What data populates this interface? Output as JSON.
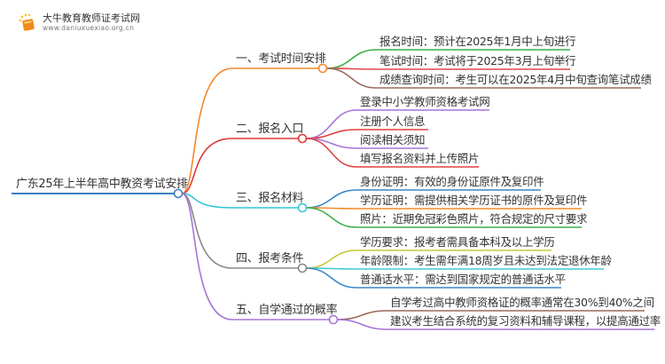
{
  "logo": {
    "title": "大牛教育教师证考试网",
    "url": "www.daniuxuexiao.org.cn"
  },
  "root": {
    "label": "广东25年上半年高中教资考试安排",
    "color": "#3a7fc0"
  },
  "branches": [
    {
      "label": "一、考试时间安排",
      "color": "#f5882a",
      "leaves": [
        {
          "text": "报名时间：预计在2025年1月中上旬进行",
          "color": "#3cae45"
        },
        {
          "text": "笔试时间：考试将于2025年3月上旬举行",
          "color": "#e04848"
        },
        {
          "text": "成绩查询时间：考生可以在2025年4月中旬查询笔试成绩",
          "color": "#9a6a5c"
        }
      ]
    },
    {
      "label": "二、报名入口",
      "color": "#e03838",
      "leaves": [
        {
          "text": "登录中小学教师资格考试网",
          "color": "#a574d8"
        },
        {
          "text": "注册个人信息",
          "color": "#e04040"
        },
        {
          "text": "阅读相关须知",
          "color": "#a574d8"
        },
        {
          "text": "填写报名资料并上传照片",
          "color": "#e04040"
        }
      ]
    },
    {
      "label": "三、报名材料",
      "color": "#34c6d8",
      "leaves": [
        {
          "text": "身份证明：有效的身份证原件及复印件",
          "color": "#3a86c8"
        },
        {
          "text": "学历证明：需提供相关学历证书的原件及复印件",
          "color": "#f58a2a"
        },
        {
          "text": "照片：近期免冠彩色照片，符合规定的尺寸要求",
          "color": "#3cae45"
        }
      ]
    },
    {
      "label": "四、报考条件",
      "color": "#888888",
      "leaves": [
        {
          "text": "学历要求：报考者需具备本科及以上学历",
          "color": "#c8c83a"
        },
        {
          "text": "年龄限制：考生需年满18周岁且未达到法定退休年龄",
          "color": "#40c8d8"
        },
        {
          "text": "普通话水平：需达到国家规定的普通话水平",
          "color": "#3a86c8"
        }
      ]
    },
    {
      "label": "五、自学通过的概率",
      "color": "#a574d8",
      "leaves": [
        {
          "text": "自学考过高中教师资格证的概率通常在30%到40%之间",
          "color": "#9a6a5c"
        },
        {
          "text": "建议考生结合系统的复习资料和辅导课程，以提高通过率",
          "color": "#a574d8"
        }
      ]
    }
  ]
}
